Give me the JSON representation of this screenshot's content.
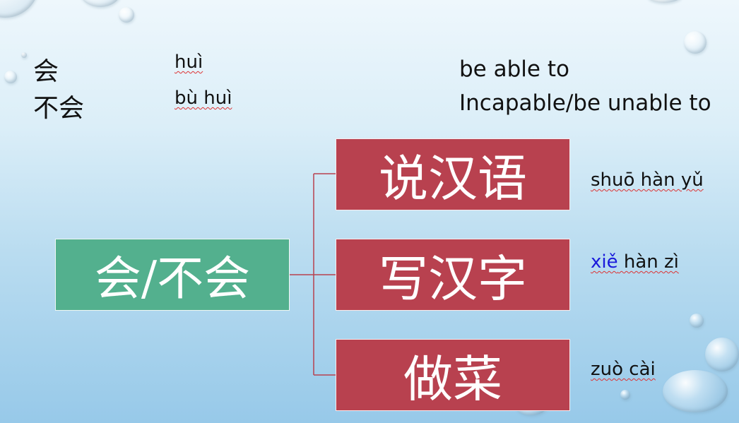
{
  "title_rows": [
    {
      "chinese": "会",
      "pinyin": "huì",
      "english": "be able to"
    },
    {
      "chinese": "不会",
      "pinyin": "bù huì",
      "english": "Incapable/be unable to"
    }
  ],
  "diagram": {
    "root": "会/不会",
    "branches": [
      {
        "label": "说汉语",
        "pinyin": "shuō hàn yǔ"
      },
      {
        "label": "写汉字",
        "pinyin_first": "xiě",
        "pinyin_rest": " hàn zì"
      },
      {
        "label": "做菜",
        "pinyin": "zuò cài"
      }
    ]
  },
  "colors": {
    "root_box": "#53b08e",
    "branch_box": "#b8414f",
    "connector": "#b8414f",
    "highlight_pinyin": "#1a1adb"
  }
}
